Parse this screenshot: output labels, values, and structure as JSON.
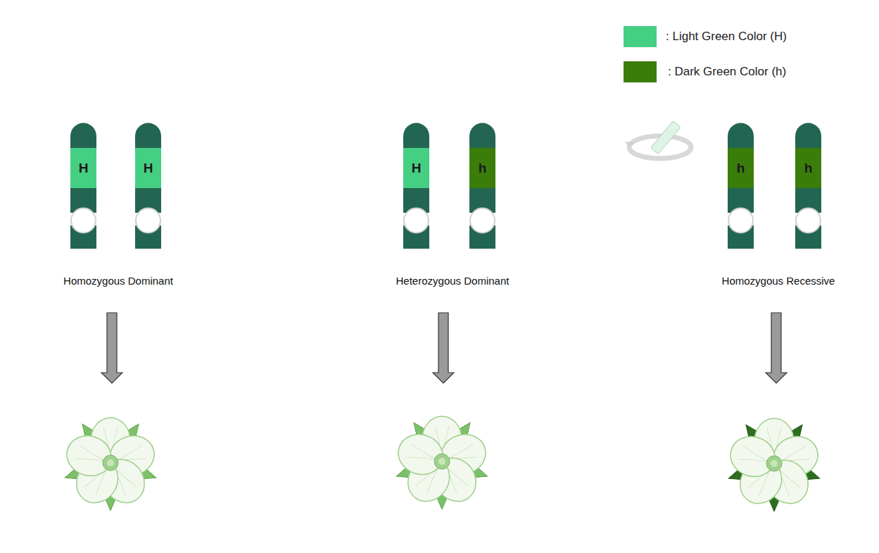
{
  "diagram": {
    "nodes": [
      {
        "text": [
          "H"
        ]
      },
      {
        "text": [
          "H"
        ]
      },
      {
        "text": [
          "H"
        ]
      },
      {
        "text": [
          "h"
        ]
      },
      {
        "text": [
          "h"
        ]
      },
      {
        "text": [
          "h"
        ]
      }
    ],
    "labels": [
      "Homozygous Dominant",
      "Heterozygous Dominant",
      "Homozygous Recessive"
    ],
    "legend": [
      {
        "text": ": Light Green Color (H)",
        "color": "#45cf83"
      },
      {
        "text": ": Dark Green Color (h)",
        "color": "#3a7d0a"
      }
    ]
  }
}
